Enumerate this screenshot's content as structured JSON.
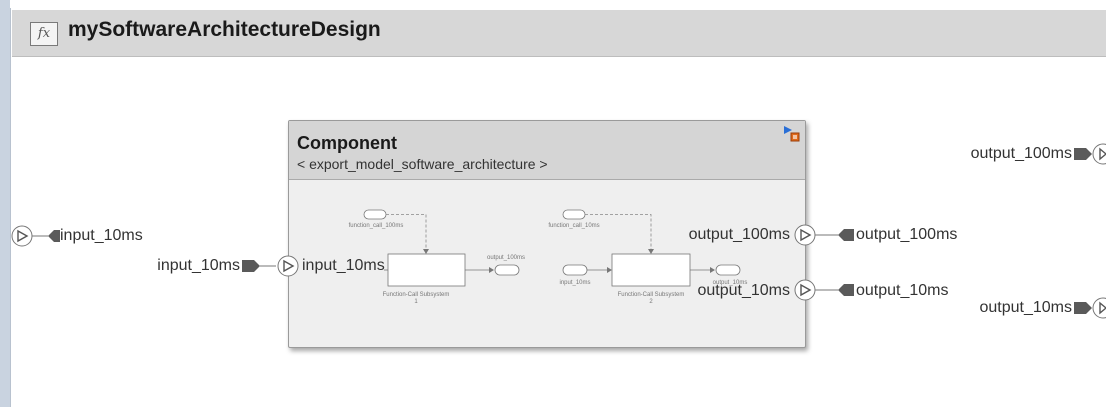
{
  "window": {
    "title": "mySoftwareArchitectureDesign",
    "fx_label": "fx"
  },
  "component": {
    "title": "Component",
    "subtitle": "< export_model_software_architecture >"
  },
  "root_ports": {
    "in_left": "input_10ms",
    "out_top": "output_100ms",
    "out_bottom": "output_10ms"
  },
  "component_ports": {
    "in_external": "input_10ms",
    "in_inner": "input_10ms",
    "out100_inner": "output_100ms",
    "out100_external": "output_100ms",
    "out10_inner": "output_10ms",
    "out10_external": "output_10ms"
  },
  "internal": {
    "fc1": "function_call_100ms",
    "fc2": "function_call_10ms",
    "out100": "output_100ms",
    "in10": "input_10ms",
    "out10": "output_10ms",
    "sub1": "Function-Call Subsystem 1",
    "sub2": "Function-Call Subsystem 2"
  },
  "colors": {
    "port_dark": "#5a5a5a",
    "accent_blue": "#2a6fd6",
    "accent_orange": "#e06a1b"
  }
}
